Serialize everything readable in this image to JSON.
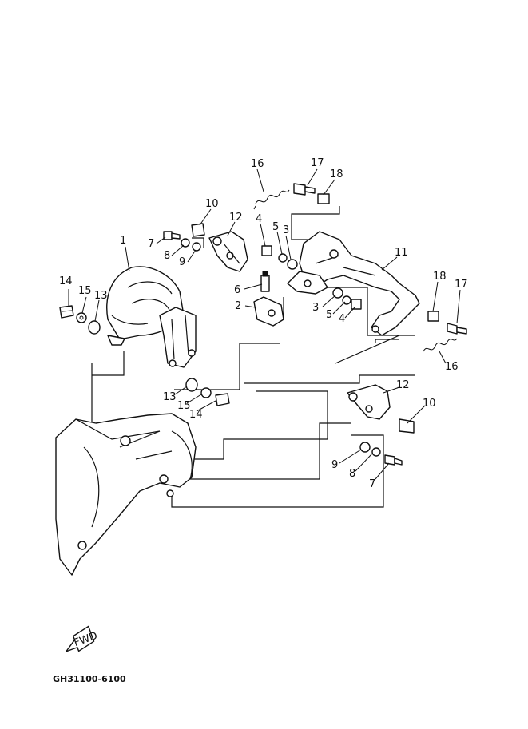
{
  "diagram": {
    "drawing_code": "GH31100-6100",
    "fwd_label": "FWD",
    "callouts": {
      "c1": "1",
      "c2": "2",
      "c3a": "3",
      "c3b": "3",
      "c4a": "4",
      "c4b": "4",
      "c5a": "5",
      "c5b": "5",
      "c6": "6",
      "c7a": "7",
      "c7b": "7",
      "c8a": "8",
      "c8b": "8",
      "c9a": "9",
      "c9b": "9",
      "c10a": "10",
      "c10b": "10",
      "c11": "11",
      "c12a": "12",
      "c12b": "12",
      "c13a": "13",
      "c13b": "13",
      "c14a": "14",
      "c14b": "14",
      "c15a": "15",
      "c15b": "15",
      "c16a": "16",
      "c16b": "16",
      "c17a": "17",
      "c17b": "17",
      "c18a": "18",
      "c18b": "18"
    }
  }
}
